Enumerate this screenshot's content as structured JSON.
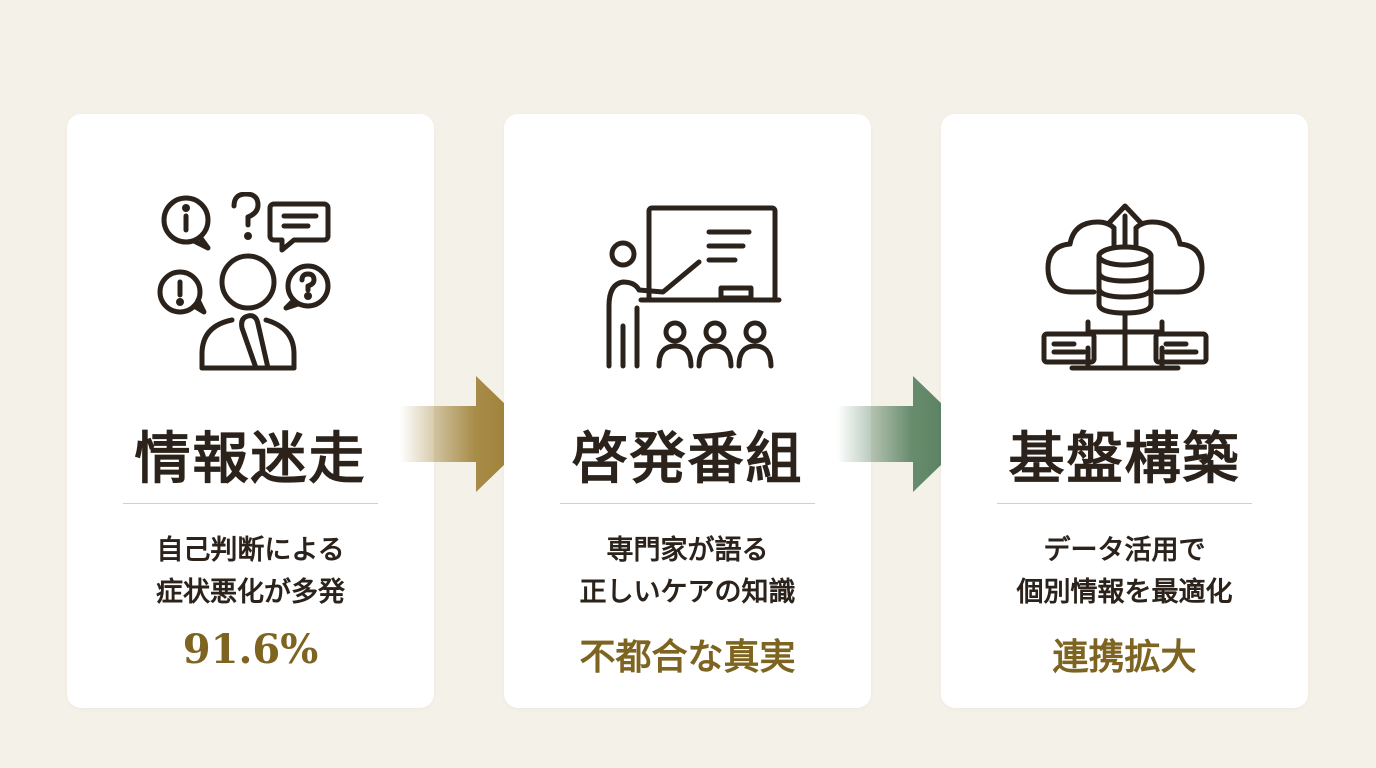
{
  "colors": {
    "background": "#f4f1e9",
    "card": "#ffffff",
    "text": "#2b231b",
    "gold": "#7d6420",
    "arrow_gold": "#9a7a2c",
    "arrow_green": "#4f7a58",
    "rule": "#d8cfb8"
  },
  "cards": [
    {
      "icon": "confused-person-questions-icon",
      "title": "情報迷走",
      "desc_line1": "自己判断による",
      "desc_line2": "症状悪化が多発",
      "highlight": "91.6%"
    },
    {
      "icon": "presenter-whiteboard-audience-icon",
      "title": "啓発番組",
      "desc_line1": "専門家が語る",
      "desc_line2": "正しいケアの知識",
      "highlight": "不都合な真実"
    },
    {
      "icon": "cloud-database-network-icon",
      "title": "基盤構築",
      "desc_line1": "データ活用で",
      "desc_line2": "個別情報を最適化",
      "highlight": "連携拡大"
    }
  ],
  "arrows": [
    {
      "icon": "arrow-right-icon"
    },
    {
      "icon": "arrow-right-icon"
    }
  ]
}
